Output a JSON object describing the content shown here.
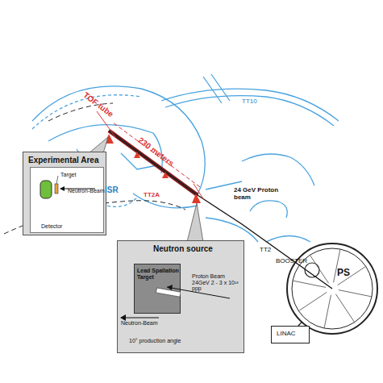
{
  "diagram": {
    "nodes": [
      {
        "text": [
          "Experimental Area",
          "Target",
          "Neutron-Beam",
          "Detector"
        ]
      },
      {
        "text": [
          "Neutron source",
          "Proton Beam 24GeV 2 - 3 x 10¹³ ppp",
          "Neutron-Beam",
          "10° production angle"
        ]
      },
      {
        "text": [
          "Lead Spallation Target"
        ],
        "in": 1
      },
      {
        "text": [
          "PS"
        ]
      },
      {
        "text": [
          "LINAC"
        ]
      }
    ],
    "edges": [
      {
        "from": 4,
        "to": 3,
        "arrow": "none"
      }
    ],
    "labels": [
      "TOF tube",
      "230 meters",
      "TT10",
      "ISR",
      "TT2A",
      "24 GeV Proton beam",
      "TT2",
      "BOOSTER"
    ]
  }
}
